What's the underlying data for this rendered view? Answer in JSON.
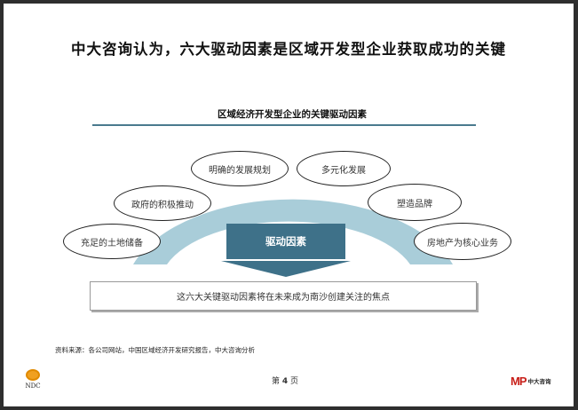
{
  "slide": {
    "title": "中大咨询认为，六大驱动因素是区域开发型企业获取成功的关键",
    "subtitle": "区域经济开发型企业的关键驱动因素",
    "core_label": "驱动因素",
    "factors": [
      {
        "label": "充足的土地储备"
      },
      {
        "label": "政府的积极推动"
      },
      {
        "label": "明确的发展规划"
      },
      {
        "label": "多元化发展"
      },
      {
        "label": "塑造品牌"
      },
      {
        "label": "房地产为核心业务"
      }
    ],
    "conclusion": "这六大关键驱动因素将在未来成为南沙创建关注的焦点",
    "source": "资料来源：各公司网站，中国区域经济开发研究报告，中大咨询分析"
  },
  "footer": {
    "page_prefix": "第",
    "page_number": "4",
    "page_suffix": "页",
    "left_logo_text": "NDC",
    "right_logo_mark": "MP",
    "right_logo_text": "中大咨询"
  },
  "colors": {
    "arc": "#a9cdd9",
    "core_box": "#3e7189",
    "rule": "#4a7a8e",
    "frame": "#2e2e2e"
  }
}
